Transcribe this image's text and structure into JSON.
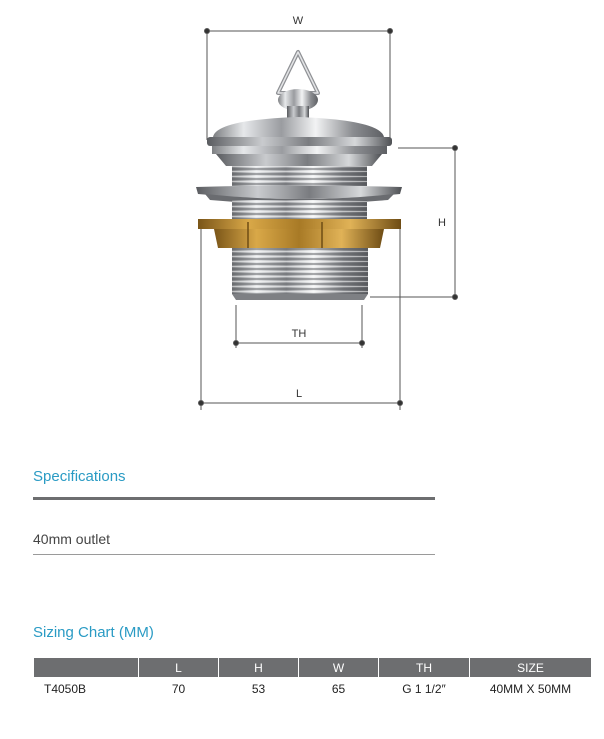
{
  "dimensions": {
    "w": "W",
    "h": "H",
    "th": "TH",
    "l": "L"
  },
  "specifications": {
    "title": "Specifications",
    "item": "40mm outlet"
  },
  "sizing_chart": {
    "title": "Sizing Chart (MM)",
    "headers": [
      "",
      "L",
      "H",
      "W",
      "TH",
      "SIZE"
    ],
    "rows": [
      [
        "T4050B",
        "70",
        "53",
        "65",
        "G 1 1/2″",
        "40MM X 50MM"
      ]
    ]
  },
  "colors": {
    "accent": "#2a9bc4",
    "header_bg": "#6d6e70",
    "brass": "#b8862b"
  }
}
